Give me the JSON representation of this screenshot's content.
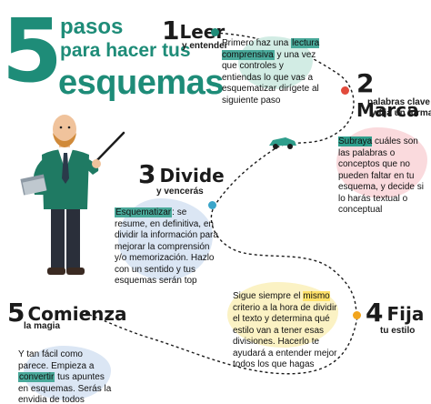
{
  "title": {
    "number": "5",
    "line1": "pasos",
    "line2": "para hacer tus",
    "line3": "esquemas"
  },
  "steps": [
    {
      "num": "1",
      "word": "Leer",
      "sub": "y entender",
      "text_a": "Primero haz una ",
      "text_hl": "lectura comprensiva",
      "text_b": " y una vez que controles y entiendas lo que vas a esquematizar dirígete al siguiente paso"
    },
    {
      "num": "2",
      "word": "Marca",
      "sub1": "palabras clave",
      "sub2": "y fija un formato",
      "text_hl": "Subraya",
      "text_b": " cuáles son las palabras o conceptos que no pueden faltar en tu esquema, y decide si lo harás textual o conceptual"
    },
    {
      "num": "3",
      "word": "Divide",
      "sub": "y vencerás",
      "text_hl": "Esquematizar",
      "text_b": ": se resume, en definitiva, en dividir la información para mejorar la comprensión y/o memorización. Hazlo con un sentido y tus esquemas serán top"
    },
    {
      "num": "4",
      "word": "Fija",
      "sub": "tu estilo",
      "text_a": "Sigue siempre el ",
      "text_hl": "mismo",
      "text_b": " criterio a la hora de dividir el texto y determina qué estilo van a tener esas divisiones. Hacerlo te ayudará a entender mejor todos los que hagas"
    },
    {
      "num": "5",
      "word": "Comienza",
      "sub": "la magia",
      "text_a": "Y tan fácil como parece. Empieza a ",
      "text_hl": "convertir",
      "text_b": " tus apuntes en esquemas. Serás la envidia de todos"
    }
  ],
  "colors": {
    "accent": "#1e8c78",
    "mint": "#cfe9e2",
    "pink": "#f8dde0",
    "blue": "#dbe6f4",
    "yellow": "#fbf3c6",
    "green": "#1e8c78",
    "red": "#e24b3c",
    "cyan": "#3aa5c9",
    "orange": "#f2a51c"
  },
  "icons": [
    "teacher-illustration",
    "pointer-stick",
    "car-icon"
  ]
}
